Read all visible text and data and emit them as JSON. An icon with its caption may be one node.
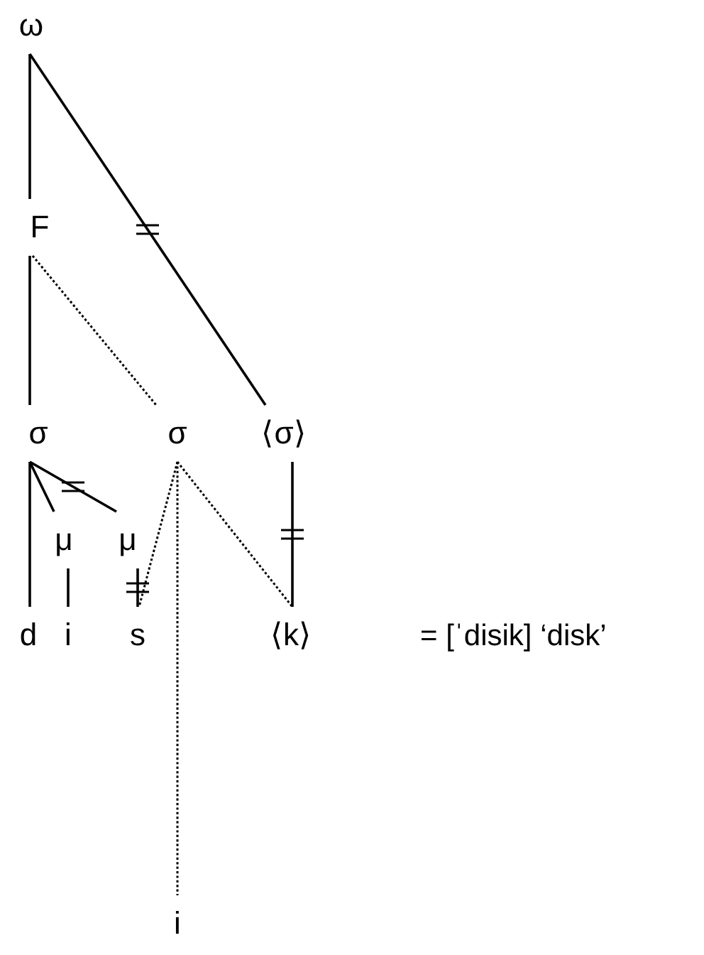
{
  "diagram": {
    "nodes": [
      {
        "text": [
          "ω"
        ]
      },
      {
        "text": [
          "F"
        ]
      },
      {
        "text": [
          "σ"
        ]
      },
      {
        "text": [
          "σ"
        ]
      },
      {
        "text": [
          "⟨σ⟩"
        ]
      },
      {
        "text": [
          "μ"
        ]
      },
      {
        "text": [
          "μ"
        ]
      },
      {
        "text": [
          "d"
        ]
      },
      {
        "text": [
          "i"
        ]
      },
      {
        "text": [
          "s"
        ]
      },
      {
        "text": [
          "⟨k⟩"
        ]
      },
      {
        "text": [
          "i"
        ]
      }
    ],
    "edges": [
      {
        "from": 0,
        "to": 1,
        "arrow": "none"
      },
      {
        "from": 0,
        "to": 4,
        "arrow": "none"
      },
      {
        "from": 1,
        "to": 2,
        "arrow": "none"
      },
      {
        "from": 1,
        "to": 3,
        "arrow": "none",
        "style": "dashed"
      },
      {
        "from": 2,
        "to": 7,
        "arrow": "none"
      },
      {
        "from": 2,
        "to": 5,
        "arrow": "none"
      },
      {
        "from": 2,
        "to": 6,
        "arrow": "none"
      },
      {
        "from": 5,
        "to": 8,
        "arrow": "none"
      },
      {
        "from": 6,
        "to": 9,
        "arrow": "none"
      },
      {
        "from": 3,
        "to": 9,
        "arrow": "none",
        "style": "dashed"
      },
      {
        "from": 3,
        "to": 11,
        "arrow": "none",
        "style": "dashed"
      },
      {
        "from": 3,
        "to": 10,
        "arrow": "none",
        "style": "dashed"
      },
      {
        "from": 4,
        "to": 10,
        "arrow": "none"
      }
    ],
    "labels": [
      "= [ˈdisik] ‘disk’"
    ]
  }
}
